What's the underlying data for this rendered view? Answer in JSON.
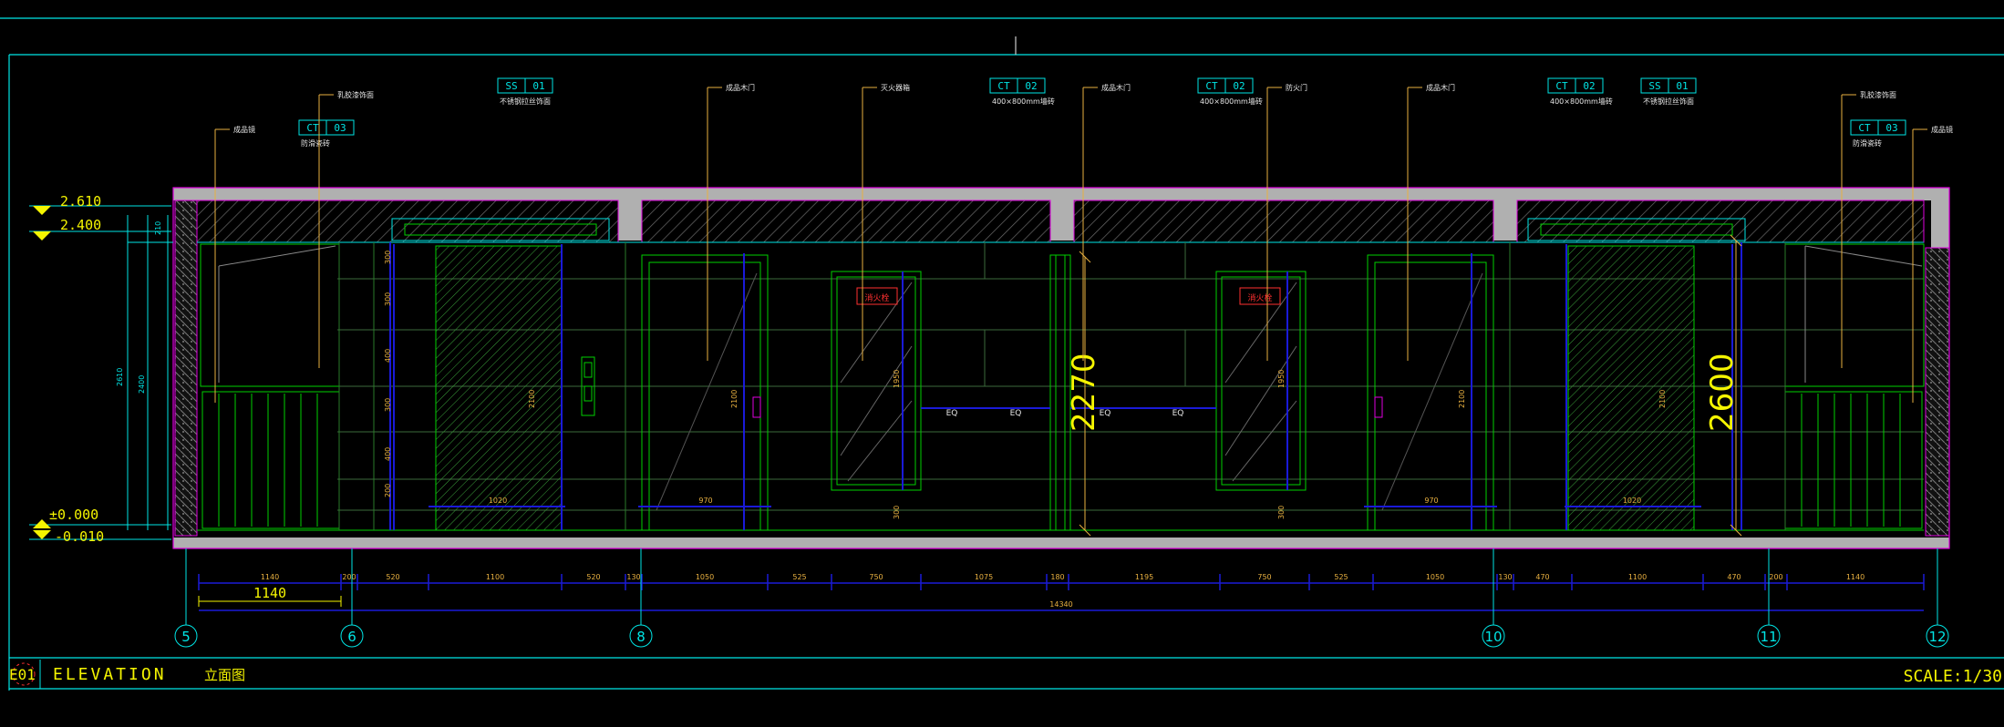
{
  "colors": {
    "background": "#000000",
    "frame": "#00e5e5",
    "panel": "#00d000",
    "dimension": "#1a1ad8",
    "level": "#f5f500",
    "leader": "#e8b040",
    "slab": "#b0b0b0",
    "outline": "#e000e0"
  },
  "title_block": {
    "code": "E01",
    "title": "ELEVATION",
    "subtitle": "立面图",
    "scale": "SCALE:1/30"
  },
  "levels": [
    {
      "value": "2.610"
    },
    {
      "value": "2.400"
    },
    {
      "value": "±0.000"
    },
    {
      "value": "-0.010"
    }
  ],
  "height_dims": [
    "210",
    "2610",
    "2400"
  ],
  "big_dims": [
    "2270",
    "2600"
  ],
  "tags": [
    {
      "code": "CT",
      "num": "03",
      "note": "防滑瓷砖"
    },
    {
      "code": "SS",
      "num": "01",
      "note": "不锈钢拉丝饰面"
    },
    {
      "code": "CT",
      "num": "02",
      "note": "400×800mm墙砖"
    },
    {
      "code": "CT",
      "num": "02",
      "note": "400×800mm墙砖"
    },
    {
      "code": "CT",
      "num": "02",
      "note": "400×800mm墙砖"
    },
    {
      "code": "SS",
      "num": "01",
      "note": "不锈钢拉丝饰面"
    },
    {
      "code": "CT",
      "num": "03",
      "note": "防滑瓷砖"
    }
  ],
  "leader_notes": [
    "成品镜",
    "乳胶漆饰面",
    "成品木门",
    "灭火器箱",
    "成品木门",
    "防火门",
    "成品木门",
    "乳胶漆饰面",
    "成品镜"
  ],
  "sign_labels": [
    "消火栓",
    "消火栓"
  ],
  "wall_labels": [
    "EQ",
    "EQ",
    "EQ",
    "EQ"
  ],
  "dims_row1": [
    "1140",
    "200",
    "520",
    "1100",
    "520",
    "130",
    "1050",
    "525",
    "750",
    "1075",
    "180",
    "1195",
    "750",
    "525",
    "1050",
    "130",
    "470",
    "1100",
    "470",
    "200",
    "1140"
  ],
  "dims_total": "14340",
  "dims_small": "1140",
  "grid_bubbles": [
    "5",
    "6",
    "8",
    "10",
    "11",
    "12"
  ],
  "door_dims": [
    "1020",
    "970",
    "970",
    "1020",
    "2100",
    "2100",
    "2100",
    "2100",
    "1950",
    "1950",
    "300",
    "300"
  ],
  "course_dims": [
    "300",
    "300",
    "400",
    "300",
    "400",
    "200"
  ]
}
